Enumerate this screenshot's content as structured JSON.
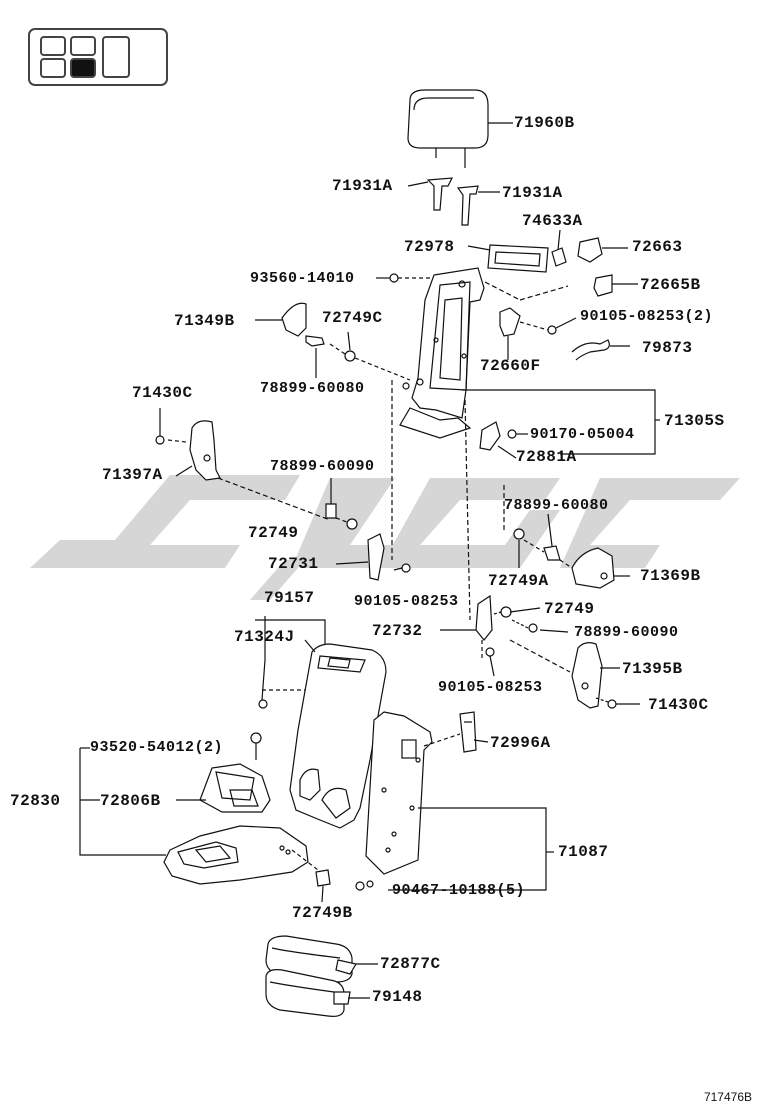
{
  "figure_number": "717476B",
  "position_indicator": {
    "cells": [
      {
        "name": "seat-cell-front-left",
        "active": false
      },
      {
        "name": "seat-cell-rear-left",
        "active": false
      },
      {
        "name": "seat-cell-front-mid",
        "active": false
      },
      {
        "name": "seat-cell-rear-mid",
        "active": true
      },
      {
        "name": "seat-cell-right",
        "active": false
      }
    ]
  },
  "labels": {
    "headrest": "71960B",
    "guide_left": "71931A",
    "guide_right": "71931A",
    "cover_74633": "74633A",
    "bezel_72978": "72978",
    "cover_72663": "72663",
    "bolt_93560": "93560-14010",
    "cover_72665": "72665B",
    "cover_71349": "71349B",
    "bush_72749c": "72749C",
    "bolt_90105_top": "90105-08253(2)",
    "cable_79873": "79873",
    "bolt_78899_80_top": "78899-60080",
    "lever_72660": "72660F",
    "screw_71430_left": "71430C",
    "frame_71305": "71305S",
    "nut_90170": "90170-05004",
    "hinge_72881": "72881A",
    "cover_71397": "71397A",
    "bolt_78899_90_left": "78899-60090",
    "bolt_78899_80_right": "78899-60080",
    "bush_72749_left": "72749",
    "bracket_72731": "72731",
    "bush_72749a": "72749A",
    "cover_71369": "71369B",
    "pad_79157": "79157",
    "bolt_90105_mid": "90105-08253",
    "bush_72749_right": "72749",
    "bracket_72732": "72732",
    "bolt_78899_90_right": "78899-60090",
    "board_71324": "71324J",
    "cover_71395": "71395B",
    "bolt_90105_low": "90105-08253",
    "screw_71430_right": "71430C",
    "screw_93520": "93520-54012(2)",
    "hook_72996": "72996A",
    "armrest_assy": "72830",
    "cupholder_72806": "72806B",
    "board_71087": "71087",
    "clip_90467": "90467-10188(5)",
    "bush_72749b": "72749B",
    "armrest_pad_72877": "72877C",
    "armrest_pad_79148": "79148"
  }
}
